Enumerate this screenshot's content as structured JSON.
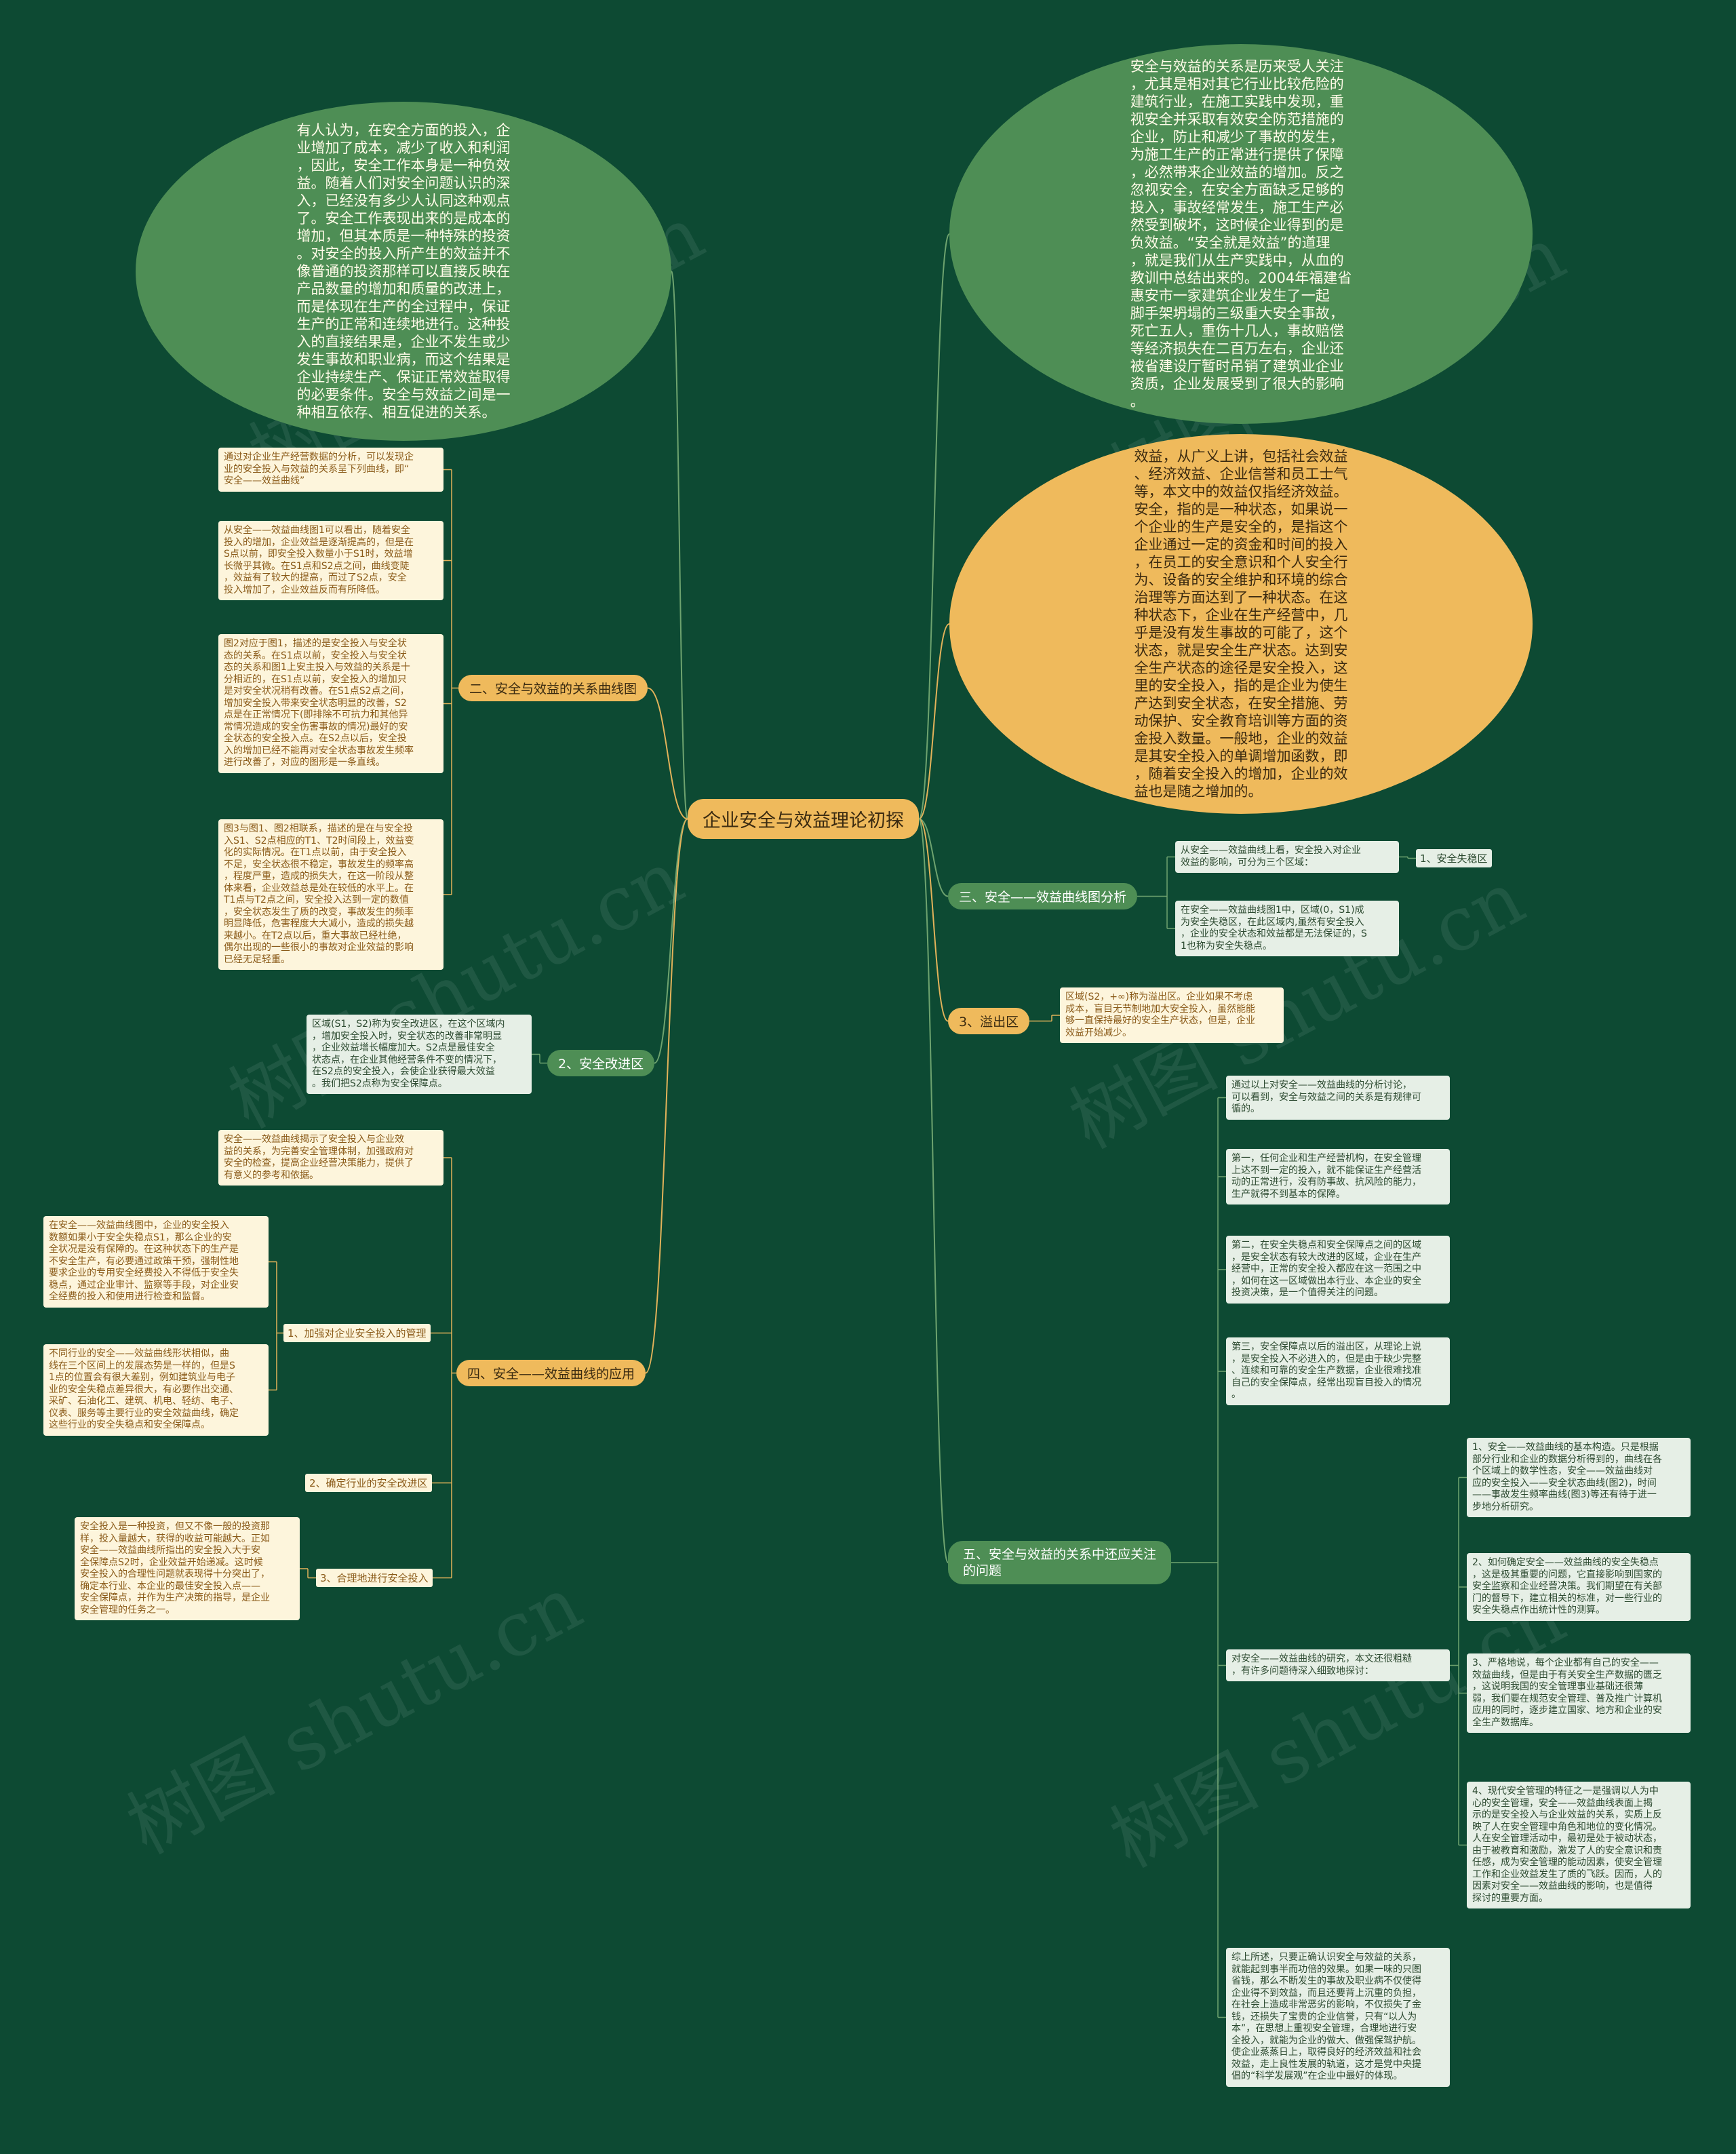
{
  "root": {
    "label": "企业安全与效益理论初探"
  },
  "ellipse_left": "有人认为，在安全方面的投入，企\n业增加了成本，减少了收入和利润\n，因此，安全工作本身是一种负效\n益。随着人们对安全问题认识的深\n入，已经没有多少人认同这种观点\n了。安全工作表现出来的是成本的\n增加，但其本质是一种特殊的投资\n。对安全的投入所产生的效益并不\n像普通的投资那样可以直接反映在\n产品数量的增加和质量的改进上，\n而是体现在生产的全过程中，保证\n生产的正常和连续地进行。这种投\n入的直接结果是，企业不发生或少\n发生事故和职业病，而这个结果是\n企业持续生产、保证正常效益取得\n的必要条件。安全与效益之间是一\n种相互依存、相互促进的关系。",
  "ellipse_right_top": "安全与效益的关系是历来受人关注\n，尤其是相对其它行业比较危险的\n建筑行业，在施工实践中发现，重\n视安全并采取有效安全防范措施的\n企业，防止和减少了事故的发生，\n为施工生产的正常进行提供了保障\n，必然带来企业效益的增加。反之\n忽视安全，在安全方面缺乏足够的\n投入，事故经常发生，施工生产必\n然受到破坏，这时候企业得到的是\n负效益。“安全就是效益”的道理\n，就是我们从生产实践中，从血的\n教训中总结出来的。2004年福建省\n惠安市一家建筑企业发生了一起\n脚手架坍塌的三级重大安全事故，\n死亡五人，重伤十几人，事故赔偿\n等经济损失在二百万左右，企业还\n被省建设厅暂时吊销了建筑业企业\n资质，企业发展受到了很大的影响\n。",
  "ellipse_right_mid": "效益，从广义上讲，包括社会效益\n、经济效益、企业信誉和员工士气\n等，本文中的效益仅指经济效益。\n安全，指的是一种状态，如果说一\n个企业的生产是安全的，是指这个\n企业通过一定的资金和时间的投入\n，在员工的安全意识和个人安全行\n为、设备的安全维护和环境的综合\n治理等方面达到了一种状态。在这\n种状态下，企业在生产经营中，几\n乎是没有发生事故的可能了，这个\n状态，就是安全生产状态。达到安\n全生产状态的途径是安全投入，这\n里的安全投入，指的是企业为使生\n产达到安全状态，在安全措施、劳\n动保护、安全教育培训等方面的资\n金投入数量。一般地，企业的效益\n是其安全投入的单调增加函数，即\n，随着安全投入的增加，企业的效\n益也是随之增加的。",
  "left": {
    "b2": {
      "label": "二、安全与效益的关系曲线图",
      "leaves": [
        "通过对企业生产经营数据的分析，可以发现企\n业的安全投入与效益的关系呈下列曲线，即“\n安全——效益曲线”",
        "从安全——效益曲线图1可以看出，随着安全\n投入的增加，企业效益是逐渐提高的，但是在\nS点以前，即安全投入数量小于S1时，效益增\n长微乎其微。在S1点和S2点之间，曲线变陡\n，效益有了较大的提高，而过了S2点，安全\n投入增加了，企业效益反而有所降低。",
        "图2对应于图1，描述的是安全投入与安全状\n态的关系。在S1点以前，安全投入与安全状\n态的关系和图1上安主投入与效益的关系是十\n分相近的，在S1点以前，安全投入的增加只\n是对安全状况稍有改善。在S1点S2点之间，\n增加安全投入带来安全状态明显的改善，S2\n点是在正常情况下(即排除不可抗力和其他异\n常情况造成的安全伤害事故的情况)最好的安\n全状态的安全投入点。在S2点以后，安全投\n入的增加已经不能再对安全状态事故发生频率\n进行改善了，对应的图形是一条直线。",
        "图3与图1、图2相联系，描述的是在与安全投\n入S1、S2点相应的T1、T2时间段上，效益变\n化的实际情况。在T1点以前，由于安全投入\n不足，安全状态很不稳定，事故发生的频率高\n，程度严重，造成的损失大，在这一阶段从整\n体来看，企业效益总是处在较低的水平上。在\nT1点与T2点之间，安全投入达到一定的数值\n，安全状态发生了质的改变，事故发生的频率\n明显降低，危害程度大大减小，造成的损失越\n来越小。在T2点以后，重大事故已经杜绝，\n偶尔出现的一些很小的事故对企业效益的影响\n已经无足轻重。"
      ]
    },
    "b2g": {
      "label": "2、安全改进区",
      "leaf": "区域(S1，S2)称为安全改进区，在这个区域内\n，增加安全投入时，安全状态的改善非常明显\n，企业效益增长幅度加大。S2点是最佳安全\n状态点，在企业其他经营条件不变的情况下，\n在S2点的安全投入，会使企业获得最大效益\n。我们把S2点称为安全保障点。"
    },
    "b4": {
      "label": "四、安全——效益曲线的应用",
      "intro": "安全——效益曲线揭示了安全投入与企业效\n益的关系，为完善安全管理体制，加强政府对\n安全的检查，提高企业经营决策能力，提供了\n有意义的参考和依据。",
      "s1": {
        "label": "1、加强对企业安全投入的管理",
        "leaves": [
          "在安全——效益曲线图中，企业的安全投入\n数额如果小于安全失稳点S1，那么企业的安\n全状况是没有保障的。在这种状态下的生产是\n不安全生产，有必要通过政策干预，强制性地\n要求企业的专用安全经费投入不得低于安全失\n稳点，通过企业审计、监察等手段，对企业安\n全经费的投入和使用进行检查和监督。",
          "不同行业的安全——效益曲线形状相似，曲\n线在三个区间上的发展态势是一样的，但是S\n1点的位置会有很大差别，例如建筑业与电子\n业的安全失稳点差异很大，有必要作出交通、\n采矿、石油化工、建筑、机电、轻纺、电子、\n仪表、服务等主要行业的安全效益曲线，确定\n这些行业的安全失稳点和安全保障点。"
        ]
      },
      "s2": {
        "label": "2、确定行业的安全改进区"
      },
      "s3": {
        "label": "3、合理地进行安全投入",
        "leaf": "安全投入是一种投资，但又不像一般的投资那\n样，投入量越大，获得的收益可能越大。正如\n安全——效益曲线所指出的安全投入大于安\n全保障点S2时，企业效益开始递减。这时候\n安全投入的合理性问题就表现得十分突出了，\n确定本行业、本企业的最佳安全投入点——\n安全保障点，并作为生产决策的指导，是企业\n安全管理的任务之一。"
      }
    }
  },
  "right": {
    "b3": {
      "label": "三、安全——效益曲线图分析",
      "leaf1": "从安全——效益曲线上看，安全投入对企业\n效益的影响，可分为三个区域：",
      "sub1": "1、安全失稳区",
      "leaf2": "在安全——效益曲线图1中，区域(0，S1)成\n为安全失稳区，在此区域内,虽然有安全投入\n，企业的安全状态和效益都是无法保证的，S\n1也称为安全失稳点。"
    },
    "b3o": {
      "label": "3、溢出区",
      "leaf": "区域(S2，+∞)称为溢出区。企业如果不考虑\n成本，盲目无节制地加大安全投入，虽然能能\n够一直保持最好的安全生产状态，但是，企业\n效益开始减少。"
    },
    "b5": {
      "label": "五、安全与效益的关系中还应关注\n的问题",
      "leaves": [
        "通过以上对安全——效益曲线的分析讨论，\n可以看到，安全与效益之间的关系是有规律可\n循的。",
        "第一，任何企业和生产经营机构，在安全管理\n上达不到一定的投入，就不能保证生产经营活\n动的正常进行，没有防事故、抗风险的能力，\n生产就得不到基本的保障。",
        "第二，在安全失稳点和安全保障点之间的区域\n，是安全状态有较大改进的区域，企业在生产\n经营中，正常的安全投入都应在这一范围之中\n，如何在这一区域做出本行业、本企业的安全\n投资决策，是一个值得关注的问题。",
        "第三，安全保障点以后的溢出区，从理论上说\n，是安全投入不必进入的，但是由于缺少完整\n、连续和可靠的安全生产数据，企业很难找准\n自己的安全保障点，经常出现盲目投入的情况\n。",
        "对安全——效益曲线的研究，本文还很粗糙\n，有许多问题待深入细致地探讨：",
        "综上所述，只要正确认识安全与效益的关系，\n就能起到事半而功倍的效果。如果一味的只图\n省钱，那么不断发生的事故及职业病不仅使得\n企业得不到效益，而且还要背上沉重的负担，\n在社会上造成非常恶劣的影响，不仅损失了金\n钱，还损失了宝贵的企业信誉，只有“以人为\n本”，在思想上重视安全管理，合理地进行安\n全投入，就能为企业的做大、做强保驾护航。\n使企业蒸蒸日上，取得良好的经济效益和社会\n效益，走上良性发展的轨道，这才是党中央提\n倡的“科学发展观”在企业中最好的体现。"
      ],
      "sub": [
        "1、安全——效益曲线的基本构造。只是根据\n部分行业和企业的数据分析得到的，曲线在各\n个区域上的数学性态，安全——效益曲线对\n应的安全投入——安全状态曲线(图2)，时间\n——事故发生频率曲线(图3)等还有待于进一\n步地分析研究。",
        "2、如何确定安全——效益曲线的安全失稳点\n，这是极其重要的问题，它直接影响到国家的\n安全监察和企业经营决策。我们期望在有关部\n门的督导下，建立相关的标准，对一些行业的\n安全失稳点作出统计性的测算。",
        "3、严格地说，每个企业都有自己的安全——\n效益曲线，但是由于有关安全生产数据的匮乏\n，这说明我国的安全管理事业基础还很薄\n弱，我们要在规范安全管理、普及推广计算机\n应用的同时，逐步建立国家、地方和企业的安\n全生产数据库。",
        "4、现代安全管理的特征之一是强调以人为中\n心的安全管理，安全——效益曲线表面上揭\n示的是安全投入与企业效益的关系，实质上反\n映了人在安全管理中角色和地位的变化情况。\n人在安全管理活动中，最初是处于被动状态，\n由于被教育和激励，激发了人的安全意识和责\n任感，成为安全管理的能动因素，使安全管理\n工作和企业效益发生了质的飞跃。因而，人的\n因素对安全——效益曲线的影响，也是值得\n探讨的重要方面。"
      ]
    }
  },
  "watermarks": [
    "树图 shutu.cn",
    "树图 shutu.cn",
    "树图 shutu.cn",
    "树图 shutu.cn",
    "树图 shutu.cn",
    "树图 shutu.cn"
  ],
  "colors": {
    "background": "#0d4a33",
    "orange": "#efba5c",
    "green": "#4e8e55",
    "link_orange": "#e2b25a",
    "link_green": "#6ea36f"
  }
}
